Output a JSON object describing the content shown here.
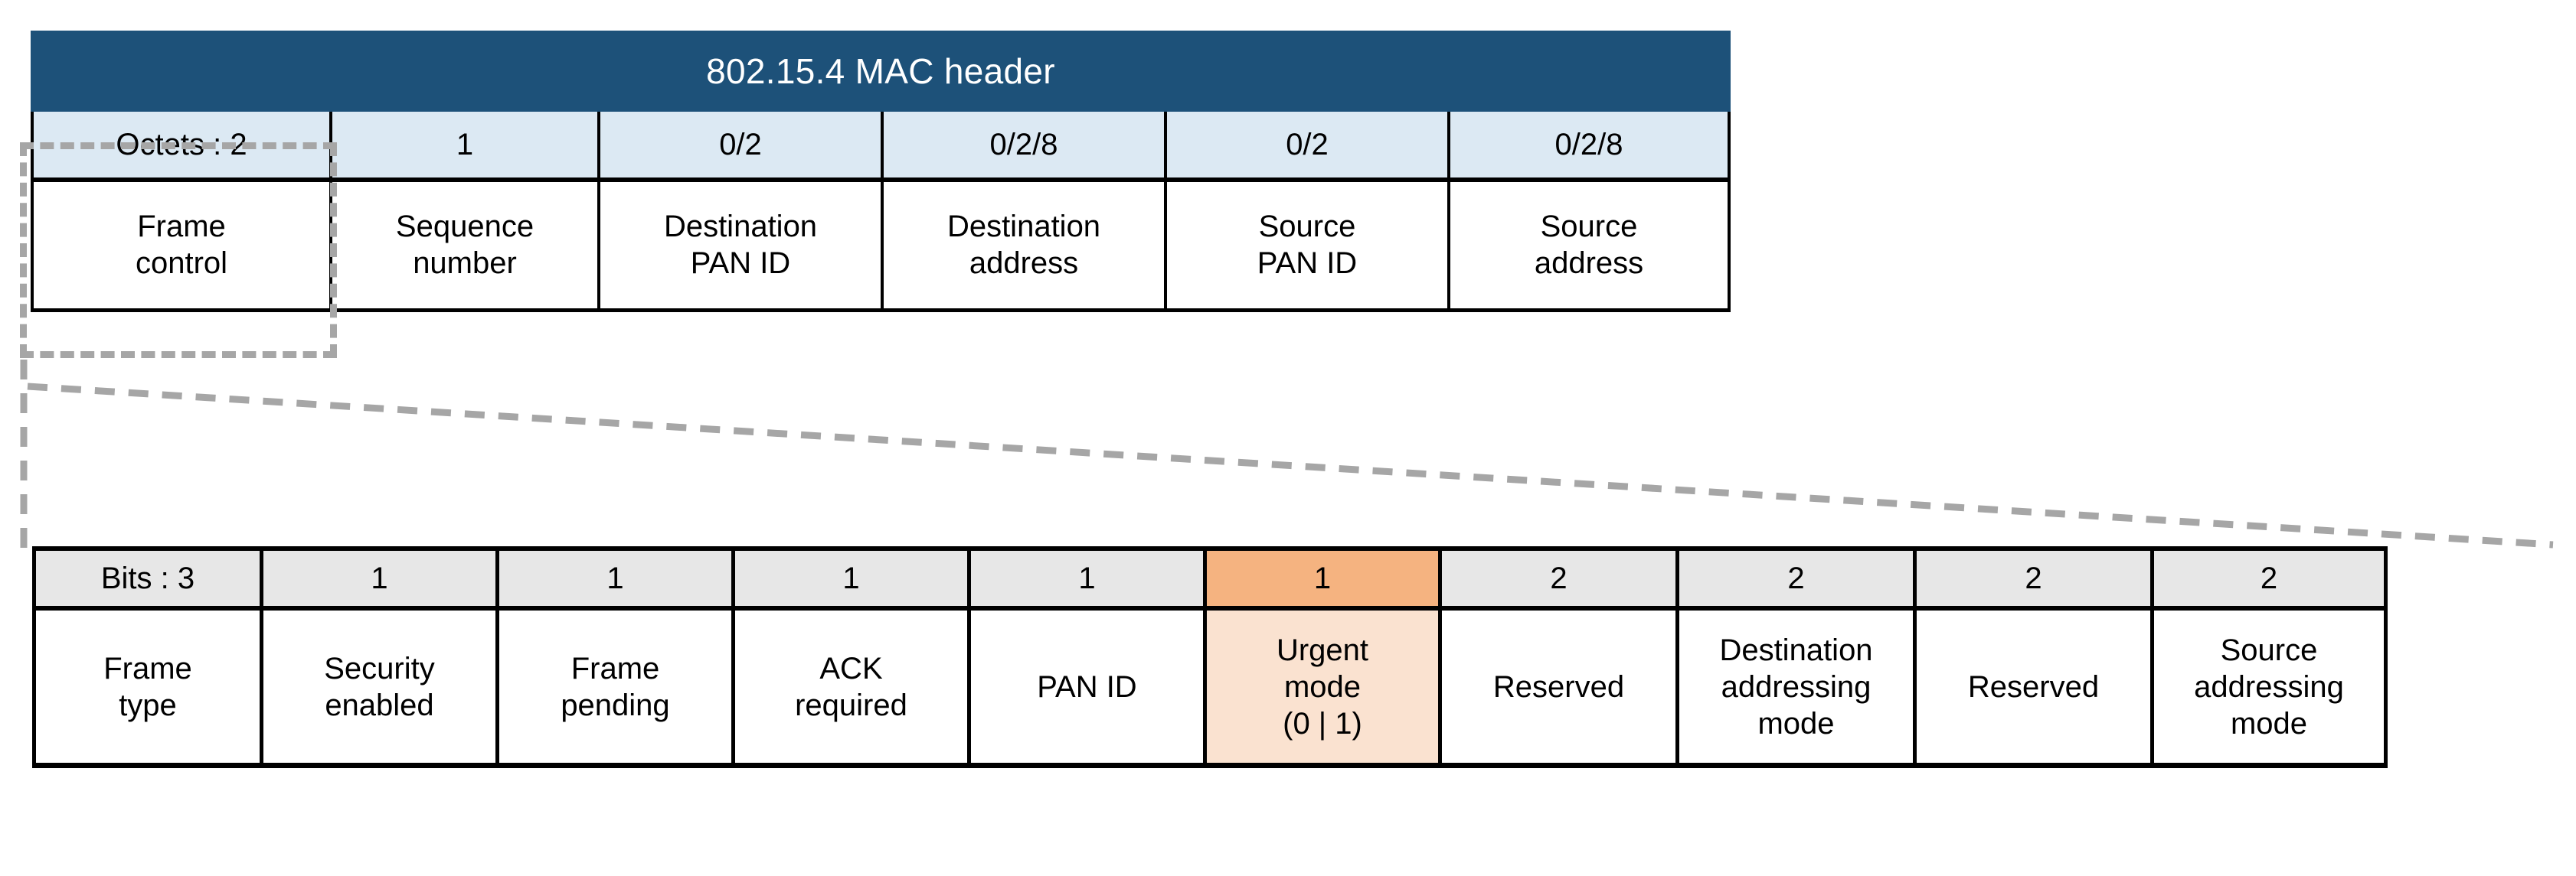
{
  "mac_header": {
    "title": "802.15.4 MAC header",
    "size_row_label": "Octets : 2",
    "columns": [
      {
        "size": "Octets : 2",
        "name_lines": [
          "Frame",
          "control"
        ]
      },
      {
        "size": "1",
        "name_lines": [
          "Sequence",
          "number"
        ]
      },
      {
        "size": "0/2",
        "name_lines": [
          "Destination",
          "PAN ID"
        ]
      },
      {
        "size": "0/2/8",
        "name_lines": [
          "Destination",
          "address"
        ]
      },
      {
        "size": "0/2",
        "name_lines": [
          "Source",
          "PAN ID"
        ]
      },
      {
        "size": "0/2/8",
        "name_lines": [
          "Source",
          "address"
        ]
      }
    ]
  },
  "frame_control": {
    "size_row_label": "Bits : 3",
    "columns": [
      {
        "size": "Bits : 3",
        "name_lines": [
          "Frame",
          "type"
        ],
        "highlight": false
      },
      {
        "size": "1",
        "name_lines": [
          "Security",
          "enabled"
        ],
        "highlight": false
      },
      {
        "size": "1",
        "name_lines": [
          "Frame",
          "pending"
        ],
        "highlight": false
      },
      {
        "size": "1",
        "name_lines": [
          "ACK",
          "required"
        ],
        "highlight": false
      },
      {
        "size": "1",
        "name_lines": [
          "PAN ID"
        ],
        "highlight": false
      },
      {
        "size": "1",
        "name_lines": [
          "Urgent",
          "mode",
          "(0 | 1)"
        ],
        "highlight": true
      },
      {
        "size": "2",
        "name_lines": [
          "Reserved"
        ],
        "highlight": false
      },
      {
        "size": "2",
        "name_lines": [
          "Destination",
          "addressing",
          "mode"
        ],
        "highlight": false
      },
      {
        "size": "2",
        "name_lines": [
          "Reserved"
        ],
        "highlight": false
      },
      {
        "size": "2",
        "name_lines": [
          "Source",
          "addressing",
          "mode"
        ],
        "highlight": false
      }
    ]
  },
  "colors": {
    "header_blue": "#1D5179",
    "size_row_blue": "#DCE9F3",
    "size_row_gray": "#E7E7E7",
    "highlight_orange": "#F5B380",
    "highlight_peach": "#FAE2D0",
    "callout_dash_gray": "#A6A6A6",
    "border_black": "#000000",
    "cell_white": "#FFFFFF"
  }
}
